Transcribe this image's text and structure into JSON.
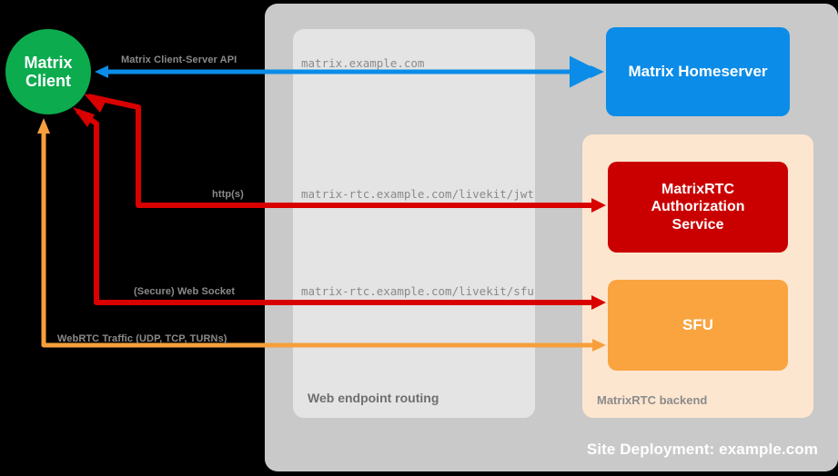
{
  "diagram": {
    "site": {
      "label": "Site Deployment: example.com",
      "color": "#c9c9c9"
    },
    "web_endpoint": {
      "label": "Web endpoint routing",
      "color": "#e4e4e4"
    },
    "rtc_backend": {
      "label": "MatrixRTC backend",
      "color": "#fde6cf"
    },
    "nodes": {
      "client": {
        "line1": "Matrix",
        "line2": "Client",
        "color": "#0cab4e"
      },
      "homeserver": {
        "label": "Matrix Homeserver",
        "color": "#0b8ce8"
      },
      "auth_service": {
        "line1": "MatrixRTC",
        "line2": "Authorization",
        "line3": "Service",
        "color": "#ca0000"
      },
      "sfu": {
        "label": "SFU",
        "color": "#f9a43f"
      }
    },
    "edges": [
      {
        "id": "cs-api",
        "protocol_label": "Matrix Client-Server API",
        "url_label": "matrix.example.com",
        "color": "#0b8ce8",
        "direction": "bidirectional"
      },
      {
        "id": "livekit-jwt",
        "protocol_label": "http(s)",
        "url_label": "matrix-rtc.example.com/livekit/jwt",
        "color": "#d90000",
        "direction": "bidirectional"
      },
      {
        "id": "livekit-sfu",
        "protocol_label": "(Secure) Web Socket",
        "url_label": "matrix-rtc.example.com/livekit/sfu",
        "color": "#d90000",
        "direction": "bidirectional"
      },
      {
        "id": "webrtc",
        "protocol_label": "WebRTC Traffic (UDP, TCP, TURNs)",
        "url_label": "",
        "color": "#f79f3c",
        "direction": "bidirectional"
      }
    ]
  }
}
